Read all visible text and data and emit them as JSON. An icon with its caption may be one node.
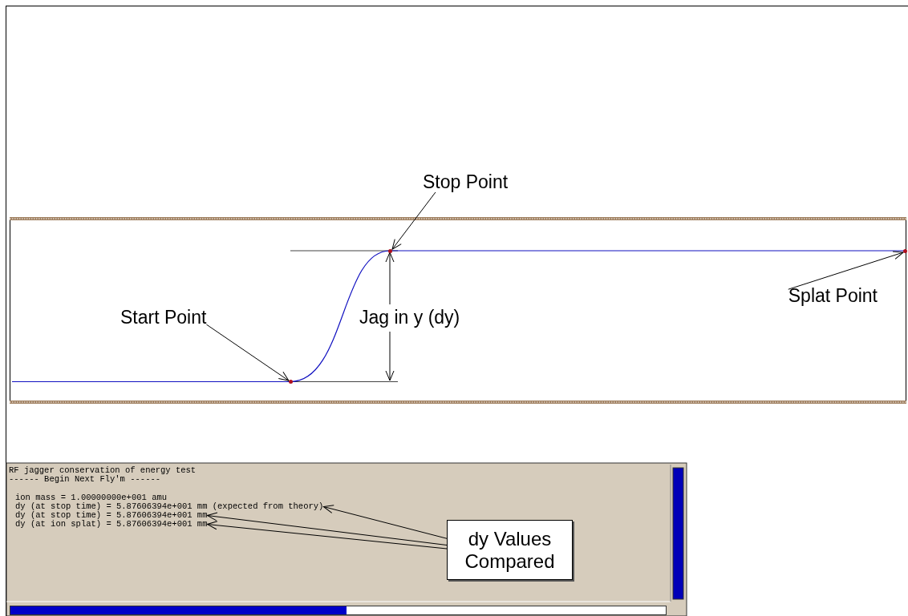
{
  "diagram": {
    "nodes": [
      {
        "text": [
          "Start Point"
        ]
      },
      {
        "text": [],
        "shape": "circle"
      },
      {
        "text": [
          "Stop Point"
        ]
      },
      {
        "text": [],
        "shape": "circle"
      },
      {
        "text": [
          "Splat Point"
        ]
      },
      {
        "text": [],
        "shape": "circle"
      },
      {
        "text": [
          "dy Values Compared"
        ]
      },
      {
        "text": [
          "dy (at stop time) = 5.87606394e+001 mm (expected from theory)"
        ]
      },
      {
        "text": [
          "dy (at stop time) = 5.87606394e+001 mm"
        ]
      },
      {
        "text": [
          "dy (at ion splat) = 5.87606394e+001 mm"
        ]
      }
    ],
    "edges": [
      {
        "from": 0,
        "to": 1,
        "arrow": "to"
      },
      {
        "from": 2,
        "to": 3,
        "arrow": "to"
      },
      {
        "from": 4,
        "to": 5,
        "arrow": "to"
      },
      {
        "from": 6,
        "to": 7,
        "arrow": "to"
      },
      {
        "from": 6,
        "to": 8,
        "arrow": "to"
      },
      {
        "from": 6,
        "to": 9,
        "arrow": "to"
      }
    ],
    "labels": [
      "Jag in y (dy)",
      "RF jagger conservation of energy test",
      "------ Begin Next Fly'm ------",
      "ion mass = 1.00000000e+001 amu"
    ]
  }
}
